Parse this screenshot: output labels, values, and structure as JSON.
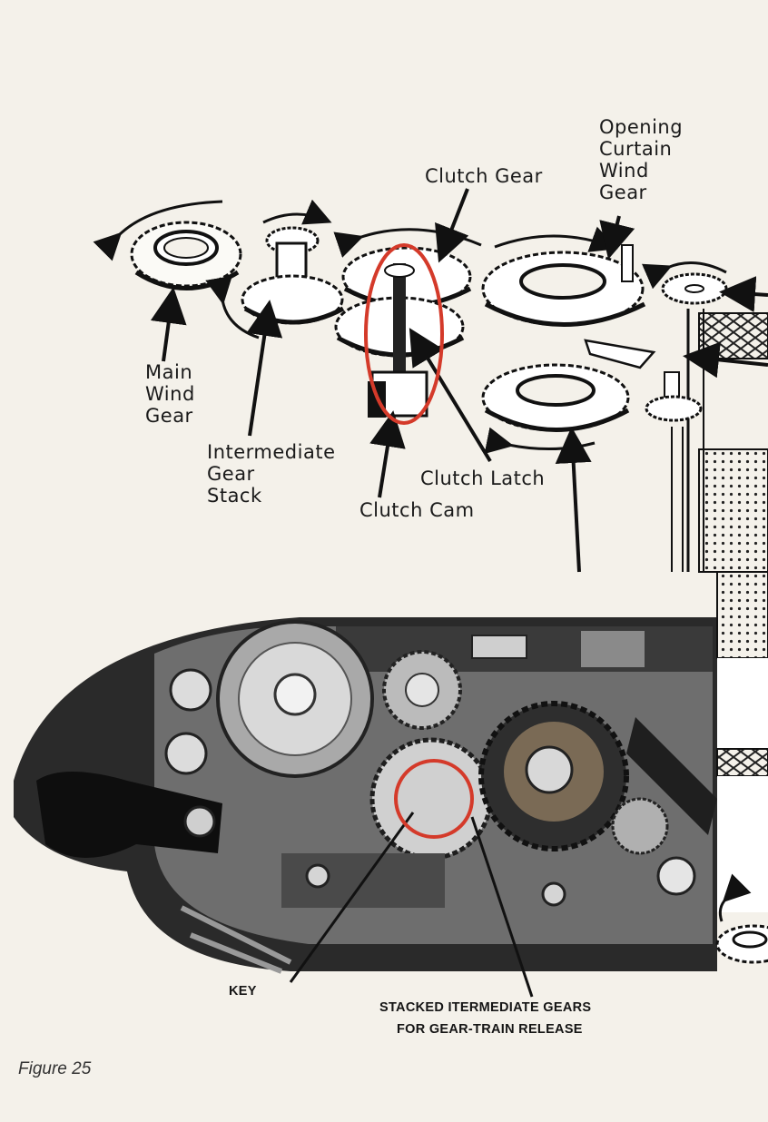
{
  "labels": {
    "opening_curtain_wind_gear": "Opening\nCurtain\nWind\nGear",
    "clutch_gear": "Clutch Gear",
    "main_wind_gear": "Main\nWind\nGear",
    "intermediate_gear_stack": "Intermediate\nGear\nStack",
    "clutch_latch": "Clutch Latch",
    "clutch_cam": "Clutch Cam"
  },
  "photo_captions": {
    "key": "KEY",
    "stacked_gears_line1": "STACKED ITERMEDIATE GEARS",
    "stacked_gears_line2": "FOR GEAR-TRAIN RELEASE"
  },
  "figure_label": "Figure 25",
  "colors": {
    "highlight": "#d43a2a",
    "ink": "#1a1a1a",
    "paper": "#f4f1ea"
  }
}
